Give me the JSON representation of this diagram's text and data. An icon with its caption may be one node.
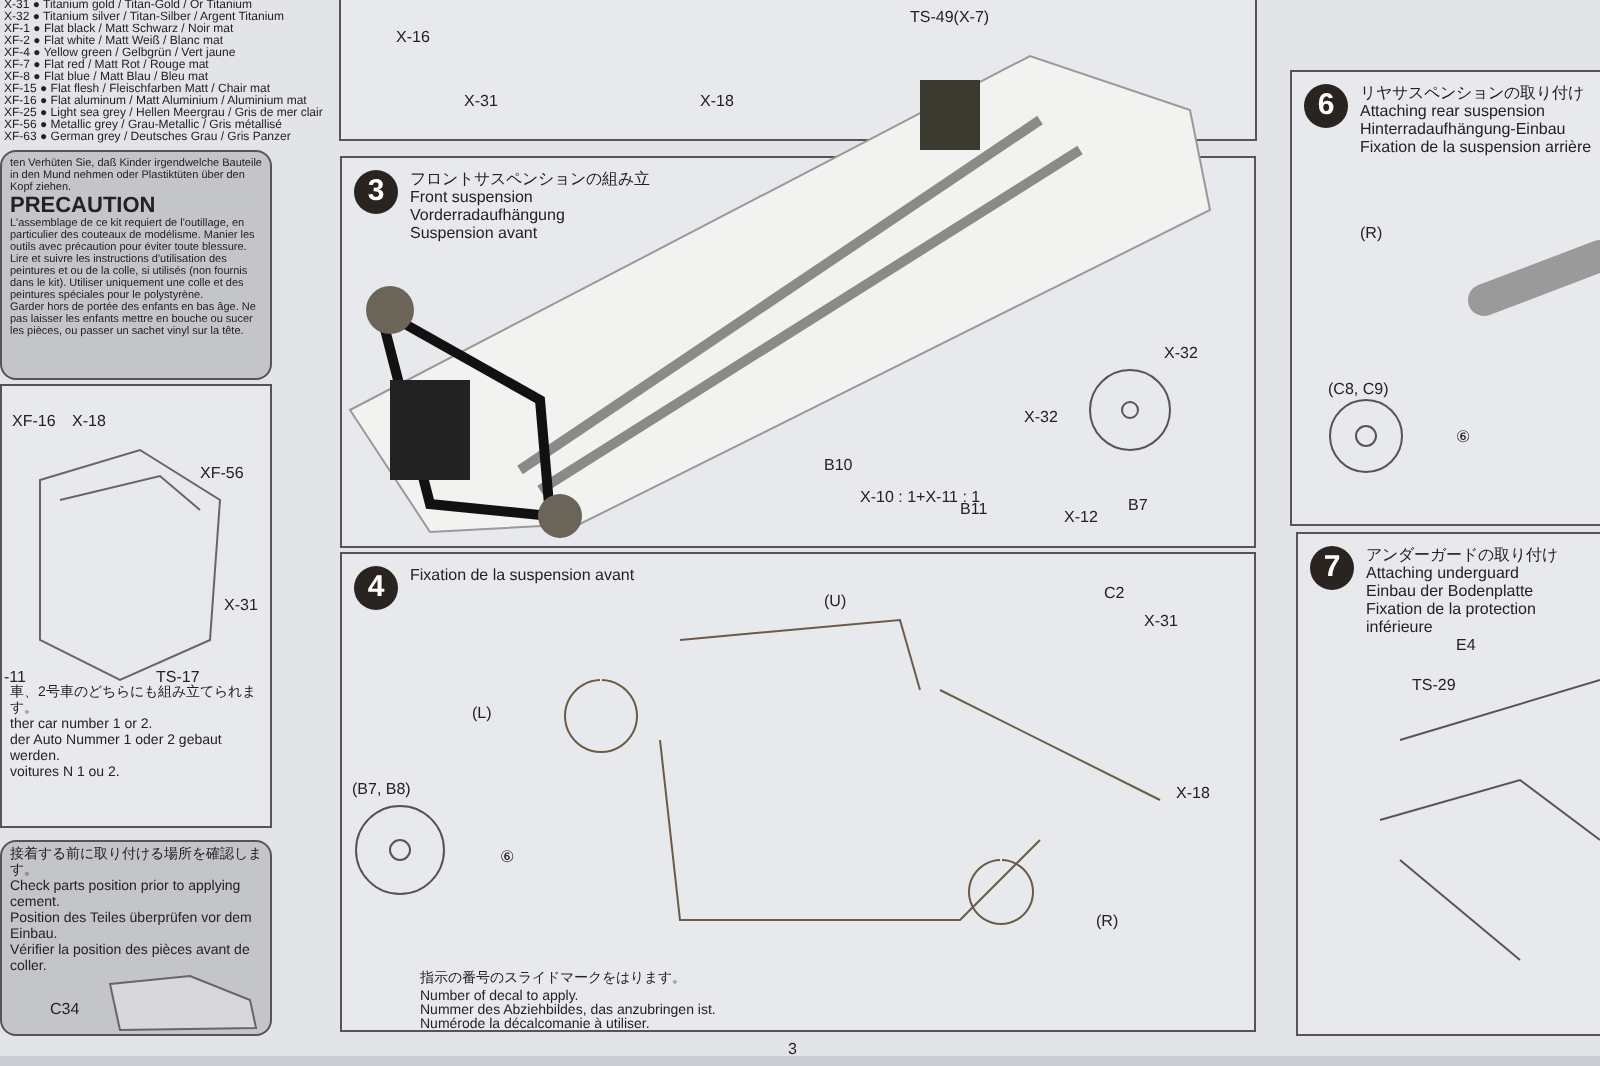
{
  "diagram": {
    "nodes": [
      {
        "text": [
          "ten Verhüten Sie, daß Kinder irgendwelche Bauteile in den Mund nehmen oder Plastiktüten über den Kopf ziehen.",
          "PRECAUTION",
          "L'assemblage de ce kit requiert de l'outillage, en particulier des couteaux de modélisme. Manier les outils avec précaution pour éviter toute blessure.",
          "Lire et suivre les instructions d'utilisation des peintures et ou de la colle, si utilisés (non fournis dans le kit). Utiliser uniquement une colle et des peintures spéciales pour le polystyrène.",
          "Garder hors de portée des enfants en bas âge. Ne pas laisser les enfants mettre en bouche ou sucer les pièces, ou passer un sachet vinyl sur la tête."
        ]
      },
      {
        "text": [
          "車、2号車のどちらにも組み立てられます。",
          "ther car number 1 or 2.",
          "der Auto Nummer 1 oder 2 gebaut werden.",
          "voitures N 1 ou 2."
        ]
      },
      {
        "text": [
          "接着する前に取り付ける場所を確認します。",
          "Check parts position prior to applying cement.",
          "Position des Teiles überprüfen vor dem Einbau.",
          "Vérifier la position des pièces avant de coller."
        ]
      },
      {
        "text": [
          "3",
          "フロントサスペンションの組み立",
          "Front suspension",
          "Vorderradaufhängung",
          "Suspension avant"
        ]
      },
      {
        "text": [
          "4",
          "Fixation de la suspension avant"
        ]
      },
      {
        "text": [
          "6",
          "リヤサスペンションの取り付け",
          "Attaching rear suspension",
          "Hinterradaufhängung-Einbau",
          "Fixation de la suspension arrière"
        ]
      },
      {
        "text": [
          "7",
          "アンダーガードの取り付け",
          "Attaching underguard",
          "Einbau der Bodenplatte",
          "Fixation de la protection inférieure"
        ]
      }
    ],
    "labels": [
      "X-31 ● Titanium gold / Titan-Gold / Or Titanium",
      "X-32 ● Titanium silver / Titan-Silber / Argent Titanium",
      "XF-1 ● Flat black / Matt Schwarz / Noir mat",
      "XF-2 ● Flat white / Matt Weiß / Blanc mat",
      "XF-4 ● Yellow green / Gelbgrün / Vert jaune",
      "XF-7 ● Flat red / Matt Rot / Rouge mat",
      "XF-8 ● Flat blue / Matt Blau / Bleu mat",
      "XF-15 ● Flat flesh / Fleischfarben Matt / Chair mat",
      "XF-16 ● Flat aluminum / Matt Aluminium / Aluminium mat",
      "XF-25 ● Light sea grey / Hellen Meergrau / Gris de mer clair",
      "XF-56 ● Metallic grey / Grau-Metallic / Gris métallisé",
      "XF-63 ● German grey / Deutsches Grau / Gris Panzer",
      "X-16",
      "X-31",
      "X-18",
      "TS-49(X-7)",
      "XF-16",
      "X-18",
      "XF-56",
      "X-31",
      "TS-17",
      "-11",
      "B10",
      "X-10 : 1+X-11 : 1",
      "B11",
      "X-32",
      "X-32",
      "X-12",
      "B7",
      "(U)",
      "C2",
      "X-31",
      "(L)",
      "(B7, B8)",
      "⑥",
      "X-18",
      "(R)",
      "指示の番号のスライドマークをはります。",
      "Number of decal to apply.",
      "Nummer des Abziehbildes, das anzubringen ist.",
      "Numérode la décalcomanie à utiliser.",
      "3",
      "(R)",
      "(C8, C9)",
      "⑥",
      "E4",
      "TS-29",
      "C34"
    ]
  }
}
